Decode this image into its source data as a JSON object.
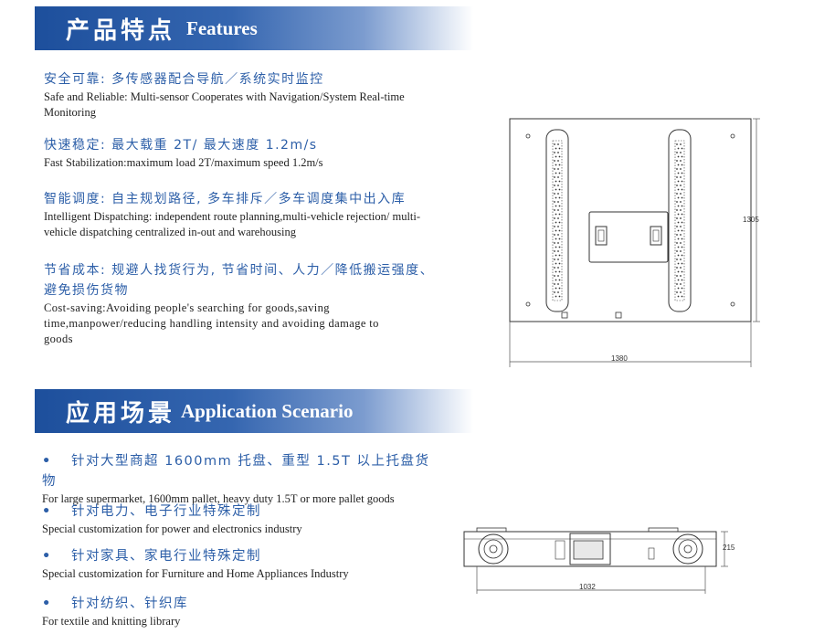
{
  "features_header": {
    "zh": "产品特点",
    "en": "Features"
  },
  "features": [
    {
      "zh": "安全可靠: 多传感器配合导航／系统实时监控",
      "en": "Safe and Reliable: Multi-sensor Cooperates with Navigation/System Real-time Monitoring"
    },
    {
      "zh": "快速稳定: 最大载重 2T/ 最大速度 1.2m/s",
      "en": "Fast Stabilization:maximum load 2T/maximum speed 1.2m/s"
    },
    {
      "zh": "智能调度: 自主规划路径, 多车排斥／多车调度集中出入库",
      "en": "Intelligent Dispatching: independent route planning,multi-vehicle rejection/ multi-vehicle dispatching centralized in-out and warehousing"
    },
    {
      "zh": "节省成本: 规避人找货行为, 节省时间、人力／降低搬运强度、避免损伤货物",
      "en": "Cost-saving:Avoiding people's searching for goods,saving time,manpower/reducing handling intensity and avoiding damage to goods"
    }
  ],
  "application_header": {
    "zh": "应用场景",
    "en": "Application Scenario"
  },
  "applications": [
    {
      "bullet": "•",
      "zh": "针对大型商超 1600mm 托盘、重型 1.5T 以上托盘货物",
      "en": "For large supermarket, 1600mm pallet, heavy duty 1.5T or more pallet goods"
    },
    {
      "bullet": "•",
      "zh": "针对电力、电子行业特殊定制",
      "en": "Special customization for power and electronics industry"
    },
    {
      "bullet": "•",
      "zh": "针对家具、家电行业特殊定制",
      "en": "Special customization for Furniture and Home Appliances Industry"
    },
    {
      "bullet": "•",
      "zh": "针对纺织、针织库",
      "en": "For textile and knitting library"
    }
  ],
  "top_drawing": {
    "width_label": "1380",
    "height_label": "1305"
  },
  "side_drawing": {
    "width_label": "1032",
    "height_label": "215"
  },
  "colors": {
    "banner_dark": "#1d4f9c",
    "heading_text": "#2d5fa8"
  }
}
